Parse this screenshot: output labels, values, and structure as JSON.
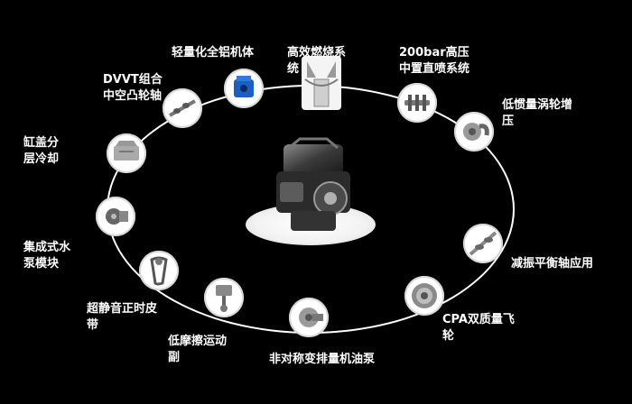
{
  "features": [
    {
      "id": "lightweight",
      "label": "轻量化全铝机体",
      "icon": "aluminum-engine-block-icon",
      "accent": "#1a5fc4"
    },
    {
      "id": "combustion",
      "label": "高效燃烧系\n统",
      "icon": "combustion-chamber-icon"
    },
    {
      "id": "injection",
      "label": "200bar高压\n中置直喷系统",
      "icon": "fuel-injector-icon"
    },
    {
      "id": "turbo",
      "label": "低惯量涡轮增\n压",
      "icon": "turbocharger-icon"
    },
    {
      "id": "balance",
      "label": "减振平衡轴应用",
      "icon": "balance-shaft-icon"
    },
    {
      "id": "flywheel",
      "label": "CPA双质量飞\n轮",
      "icon": "dual-mass-flywheel-icon"
    },
    {
      "id": "oilpump",
      "label": "非对称变排量机油泵",
      "icon": "oil-pump-icon"
    },
    {
      "id": "friction",
      "label": "低摩擦运动\n副",
      "icon": "piston-rod-icon"
    },
    {
      "id": "belt",
      "label": "超静音正时皮\n带",
      "icon": "timing-belt-icon"
    },
    {
      "id": "waterpump",
      "label": "集成式水\n泵模块",
      "icon": "water-pump-icon"
    },
    {
      "id": "cooling",
      "label": "缸盖分\n层冷却",
      "icon": "cylinder-head-icon"
    },
    {
      "id": "dvvt",
      "label": "DVVT组合\n中空凸轮轴",
      "icon": "camshaft-icon"
    }
  ]
}
